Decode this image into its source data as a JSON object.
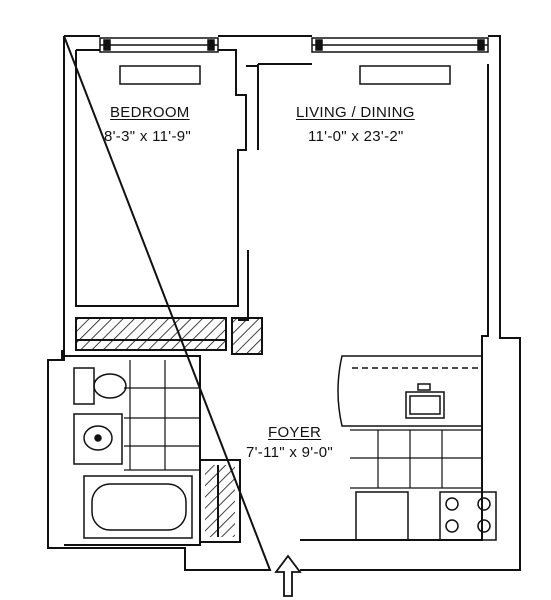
{
  "rooms": {
    "bedroom": {
      "name": "BEDROOM",
      "dims": "8'-3\" x 11'-9\""
    },
    "living": {
      "name": "LIVING / DINING",
      "dims": "11'-0\" x 23'-2\""
    },
    "foyer": {
      "name": "FOYER",
      "dims": "7'-11\" x 9'-0\""
    }
  },
  "entry": {
    "icon": "up-arrow-icon"
  },
  "colors": {
    "ink": "#111111",
    "paper": "#ffffff"
  }
}
